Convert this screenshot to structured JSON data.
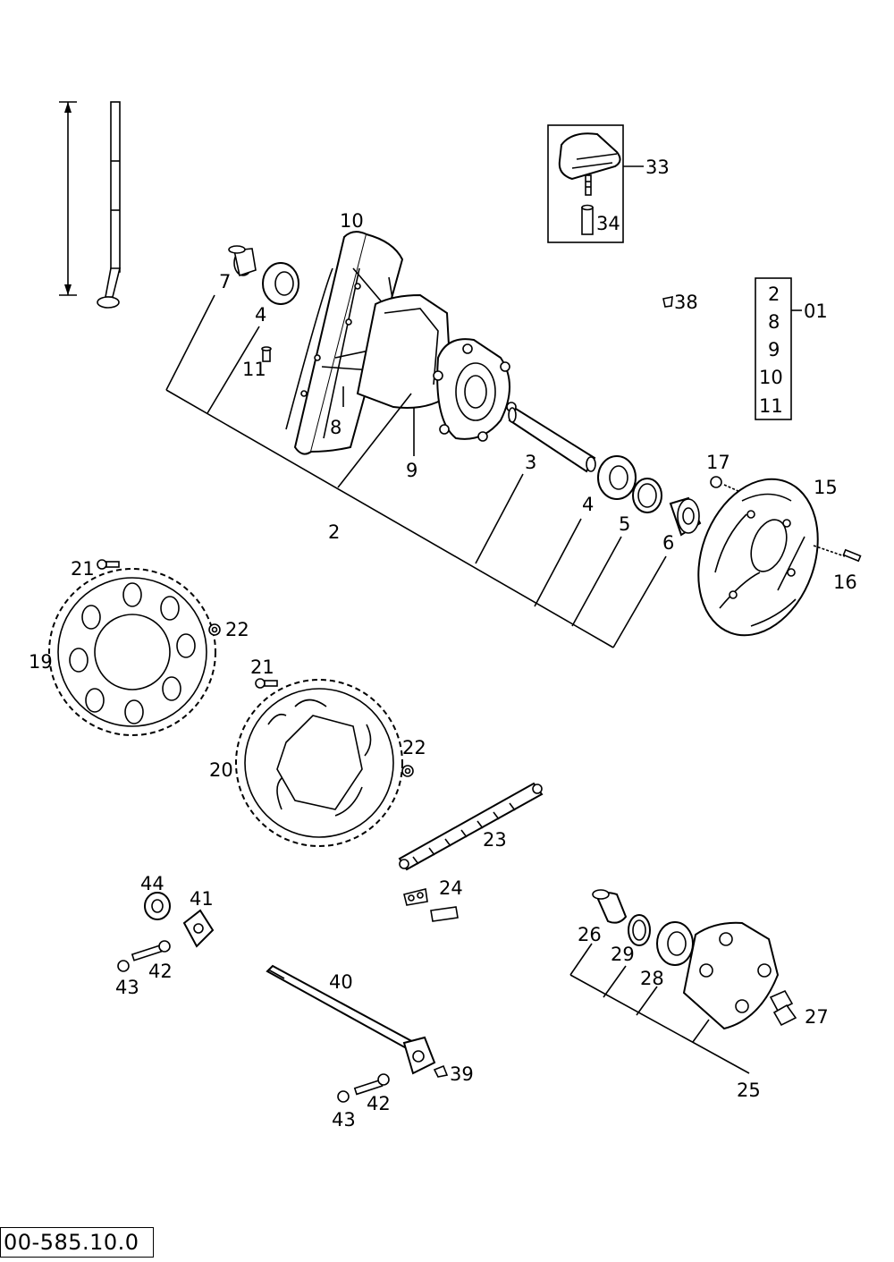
{
  "diagram": {
    "reference_code": "00-585.10.0",
    "kit_group": {
      "kit_number": "01",
      "members": [
        "2",
        "8",
        "9",
        "10",
        "11"
      ]
    },
    "callouts": [
      {
        "id": "c10",
        "text": "10"
      },
      {
        "id": "c7",
        "text": "7"
      },
      {
        "id": "c4a",
        "text": "4"
      },
      {
        "id": "c11",
        "text": "11"
      },
      {
        "id": "c8",
        "text": "8"
      },
      {
        "id": "c9",
        "text": "9"
      },
      {
        "id": "c2",
        "text": "2"
      },
      {
        "id": "c3",
        "text": "3"
      },
      {
        "id": "c4b",
        "text": "4"
      },
      {
        "id": "c5",
        "text": "5"
      },
      {
        "id": "c6",
        "text": "6"
      },
      {
        "id": "c33",
        "text": "33"
      },
      {
        "id": "c34",
        "text": "34"
      },
      {
        "id": "c38",
        "text": "38"
      },
      {
        "id": "c17",
        "text": "17"
      },
      {
        "id": "c15",
        "text": "15"
      },
      {
        "id": "c16",
        "text": "16"
      },
      {
        "id": "c21a",
        "text": "21"
      },
      {
        "id": "c22a",
        "text": "22"
      },
      {
        "id": "c19",
        "text": "19"
      },
      {
        "id": "c21b",
        "text": "21"
      },
      {
        "id": "c22b",
        "text": "22"
      },
      {
        "id": "c20",
        "text": "20"
      },
      {
        "id": "c23",
        "text": "23"
      },
      {
        "id": "c24",
        "text": "24"
      },
      {
        "id": "c44",
        "text": "44"
      },
      {
        "id": "c41",
        "text": "41"
      },
      {
        "id": "c42a",
        "text": "42"
      },
      {
        "id": "c43a",
        "text": "43"
      },
      {
        "id": "c40",
        "text": "40"
      },
      {
        "id": "c39",
        "text": "39"
      },
      {
        "id": "c42b",
        "text": "42"
      },
      {
        "id": "c43b",
        "text": "43"
      },
      {
        "id": "c26",
        "text": "26"
      },
      {
        "id": "c29",
        "text": "29"
      },
      {
        "id": "c28",
        "text": "28"
      },
      {
        "id": "c27",
        "text": "27"
      },
      {
        "id": "c25",
        "text": "25"
      }
    ]
  }
}
